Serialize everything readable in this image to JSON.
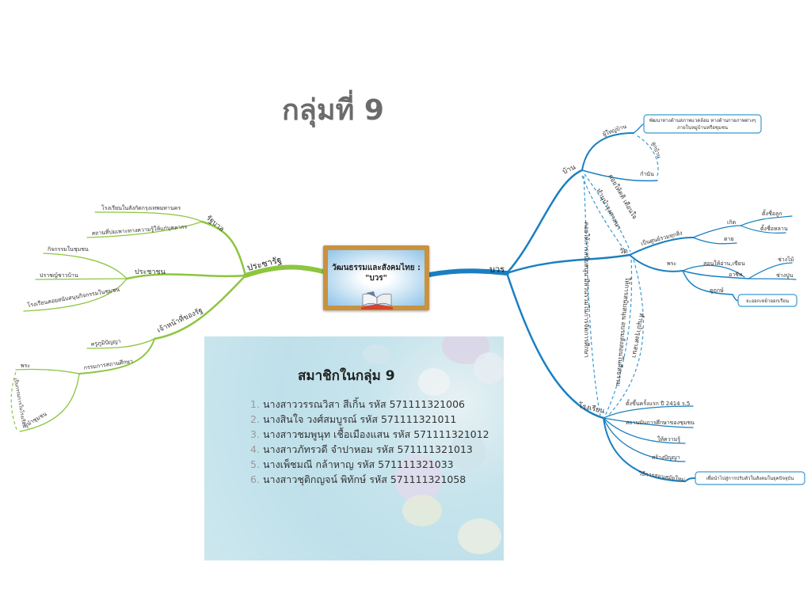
{
  "slide_title": "กลุ่มที่ 9",
  "center_topic": {
    "line1": "วัฒนธรรมและสังคมไทย :",
    "line2": "\"บวร\""
  },
  "left_branch": {
    "label": "ประชารัฐ",
    "government": {
      "label": "รัฐบาล",
      "children": [
        "โรงเรียนในสังกัดกรุงเทพมหานคร",
        "สถานที่บ่มเพาะทางความรู้ให้แก่บุคลากร"
      ]
    },
    "people": {
      "label": "ประชาชน",
      "children": [
        "กิจกรรมในชุมชน",
        "ปราชญ์ชาวบ้าน",
        "โรงเรียนคอยสนับสนุนกิจกรรมในชุมชน"
      ]
    },
    "officials": {
      "label": "เจ้าหน้าที่ของรัฐ",
      "children": [
        "ครูภูมิปัญญา",
        "กรรมการสถานศึกษา"
      ]
    },
    "committee": {
      "children": [
        "พระ",
        "ผู้นำชุมชน"
      ],
      "relation": "เป็นกรรมการในโรงเรียน"
    }
  },
  "right_branch": {
    "label": "บวร",
    "home": {
      "label": "บ้าน",
      "headman": "ผู้ใหญ่บ้าน",
      "headman_note": [
        "พัฒนาทางด้านสภาพแวดล้อม ทางด้านกายภาพต่างๆ",
        "ภายในหมู่บ้านหรือชุมชน"
      ],
      "kamnan": "กำนัน",
      "relation": "ลูกบ้าน"
    },
    "temple": {
      "label": "วัด",
      "center": "เป็นศูนย์รวมทุกสิ่ง",
      "birth": "เกิด",
      "birth_children": [
        "ตั้งชื่อลูก",
        "ตั้งชื่อหลาน"
      ],
      "death": "ตาย",
      "monk": "พระ",
      "teach": "สอนให้อ่าน,เขียน",
      "career": "อาชีพ",
      "career_children": [
        "ช่างไม้",
        "ช่างปูน"
      ],
      "auspicious": "ดูฤกษ์",
      "auspicious_note": "จะออกเหย้าออกเรือน"
    },
    "school": {
      "label": "โรงเรียน",
      "children": [
        "ตั้งขึ้นครั้งแรก ปี 2414 ร.5",
        "สถานบันการศึกษาของชุมชน",
        "ให้ความรู้",
        "สร้างปัญญา",
        "วิธีการสอนสมัยใหม่"
      ],
      "modern_note": "เพื่อนำไปสู่การปรับตัวในสังคมในยุคปัจจุบัน"
    },
    "relations": [
      "คอยให้คติ เตือนใจ",
      "ทำนุบำรุงศาสนา",
      "คอยให้การสนับสนุน มีส่วนร่วมในการจัดการศึกษา",
      "ให้การสนับสนุน อบรมสั่งสอนในศีลธรรม",
      "ทำนุบำรุงศาสนา"
    ]
  },
  "members": {
    "title": "สมาชิกในกลุ่ม 9",
    "list": [
      {
        "no": "1.",
        "text": "นางสาววรรณวิสา  สีเกิ้น  รหัส  571111321006"
      },
      {
        "no": "2.",
        "text": "นางสินใจ   วงศ์สมบูรณ์  รหัส  571111321011"
      },
      {
        "no": "3.",
        "text": "นางสาวชมพูนุท   เชื้อเมืองแสน   รหัส 571111321012"
      },
      {
        "no": "4.",
        "text": "นางสาวภัทรวดี  จำปาหอม  รหัส  571111321013"
      },
      {
        "no": "5.",
        "text": "นางเพ็ชมณี  กล้าหาญ  รหัส  571111321033"
      },
      {
        "no": "6.",
        "text": "นางสาวชุติกญจน์  พิทักษ์  รหัส  571111321058"
      }
    ]
  },
  "colors": {
    "left_branch": "#8cc63f",
    "right_branch": "#1a7fc1",
    "title": "#6b6b6b",
    "frame": "#c9923f"
  }
}
